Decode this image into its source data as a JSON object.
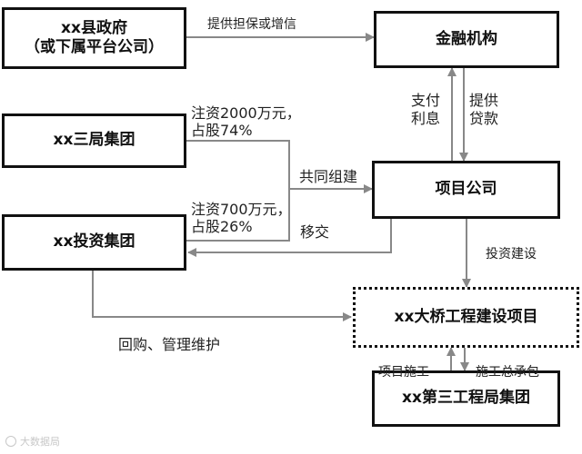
{
  "nodes": {
    "gov_line1": "xx县政府",
    "gov_line2": "（或下属平台公司）",
    "finance": "金融机构",
    "bureau3": "xx三局集团",
    "project_co": "项目公司",
    "invest_group": "xx投资集团",
    "bridge": "xx大桥工程建设项目",
    "bureau_eng": "xx第三工程局集团"
  },
  "edges": {
    "gov_to_finance": "提供担保或增信",
    "pay_interest_1": "支付",
    "pay_interest_2": "利息",
    "provide_loan_1": "提供",
    "provide_loan_2": "贷款",
    "bureau3_cap_1": "注资2000万元，",
    "bureau3_cap_2": "占股74%",
    "joint_build": "共同组建",
    "invest_cap_1": "注资700万元，",
    "invest_cap_2": "占股26%",
    "transfer": "移交",
    "invest_build": "投资建设",
    "buyback": "回购、管理维护",
    "construction": "项目施工",
    "general_contract": "施工总承包"
  },
  "watermark": "大数据局"
}
